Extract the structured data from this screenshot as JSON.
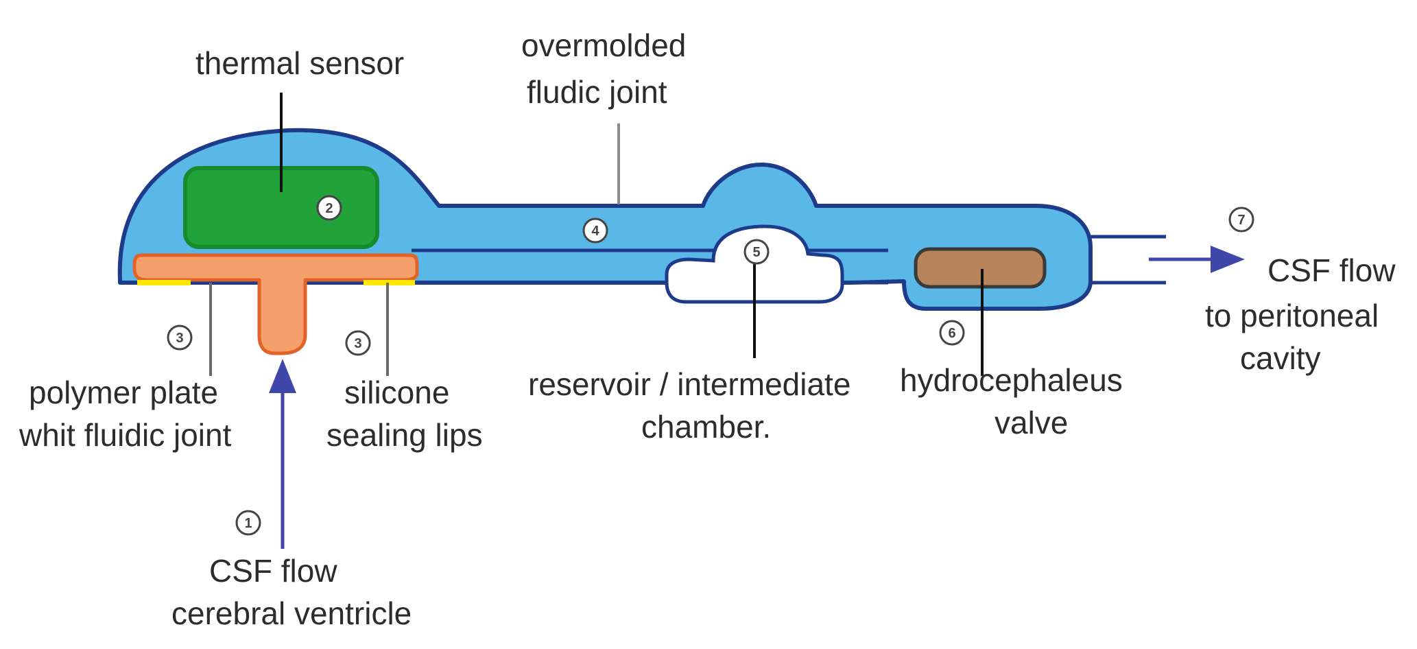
{
  "labels": {
    "thermal_sensor": "thermal sensor",
    "overmolded_line1": "overmolded",
    "overmolded_line2": "fludic joint",
    "polymer_line1": "polymer plate",
    "polymer_line2": "whit fluidic joint",
    "silicone_line1": "silicone",
    "silicone_line2": "sealing lips",
    "reservoir_line1": "reservoir / intermediate",
    "reservoir_line2": "chamber.",
    "valve_line1": "hydrocephaleus",
    "valve_line2": "valve",
    "csf_out_line1": "CSF flow",
    "csf_out_line2": "to peritoneal",
    "csf_out_line3": "cavity",
    "csf_in_line1": "CSF flow",
    "csf_in_line2": "cerebral ventricle"
  },
  "markers": {
    "m1": "1",
    "m2": "2",
    "m3a": "3",
    "m3b": "3",
    "m4": "4",
    "m5": "5",
    "m6": "6",
    "m7": "7"
  },
  "colors": {
    "housing_fill": "#5ab8e8",
    "housing_stroke": "#1e3a8a",
    "sensor_fill": "#22a33a",
    "sensor_stroke": "#178a2c",
    "plate_fill": "#f5a06a",
    "plate_stroke": "#e2622a",
    "seal_fill": "#ffe800",
    "valve_fill": "#b8845c",
    "valve_stroke": "#3a3a3a",
    "arrow": "#3f48a8",
    "leader": "#111111"
  }
}
